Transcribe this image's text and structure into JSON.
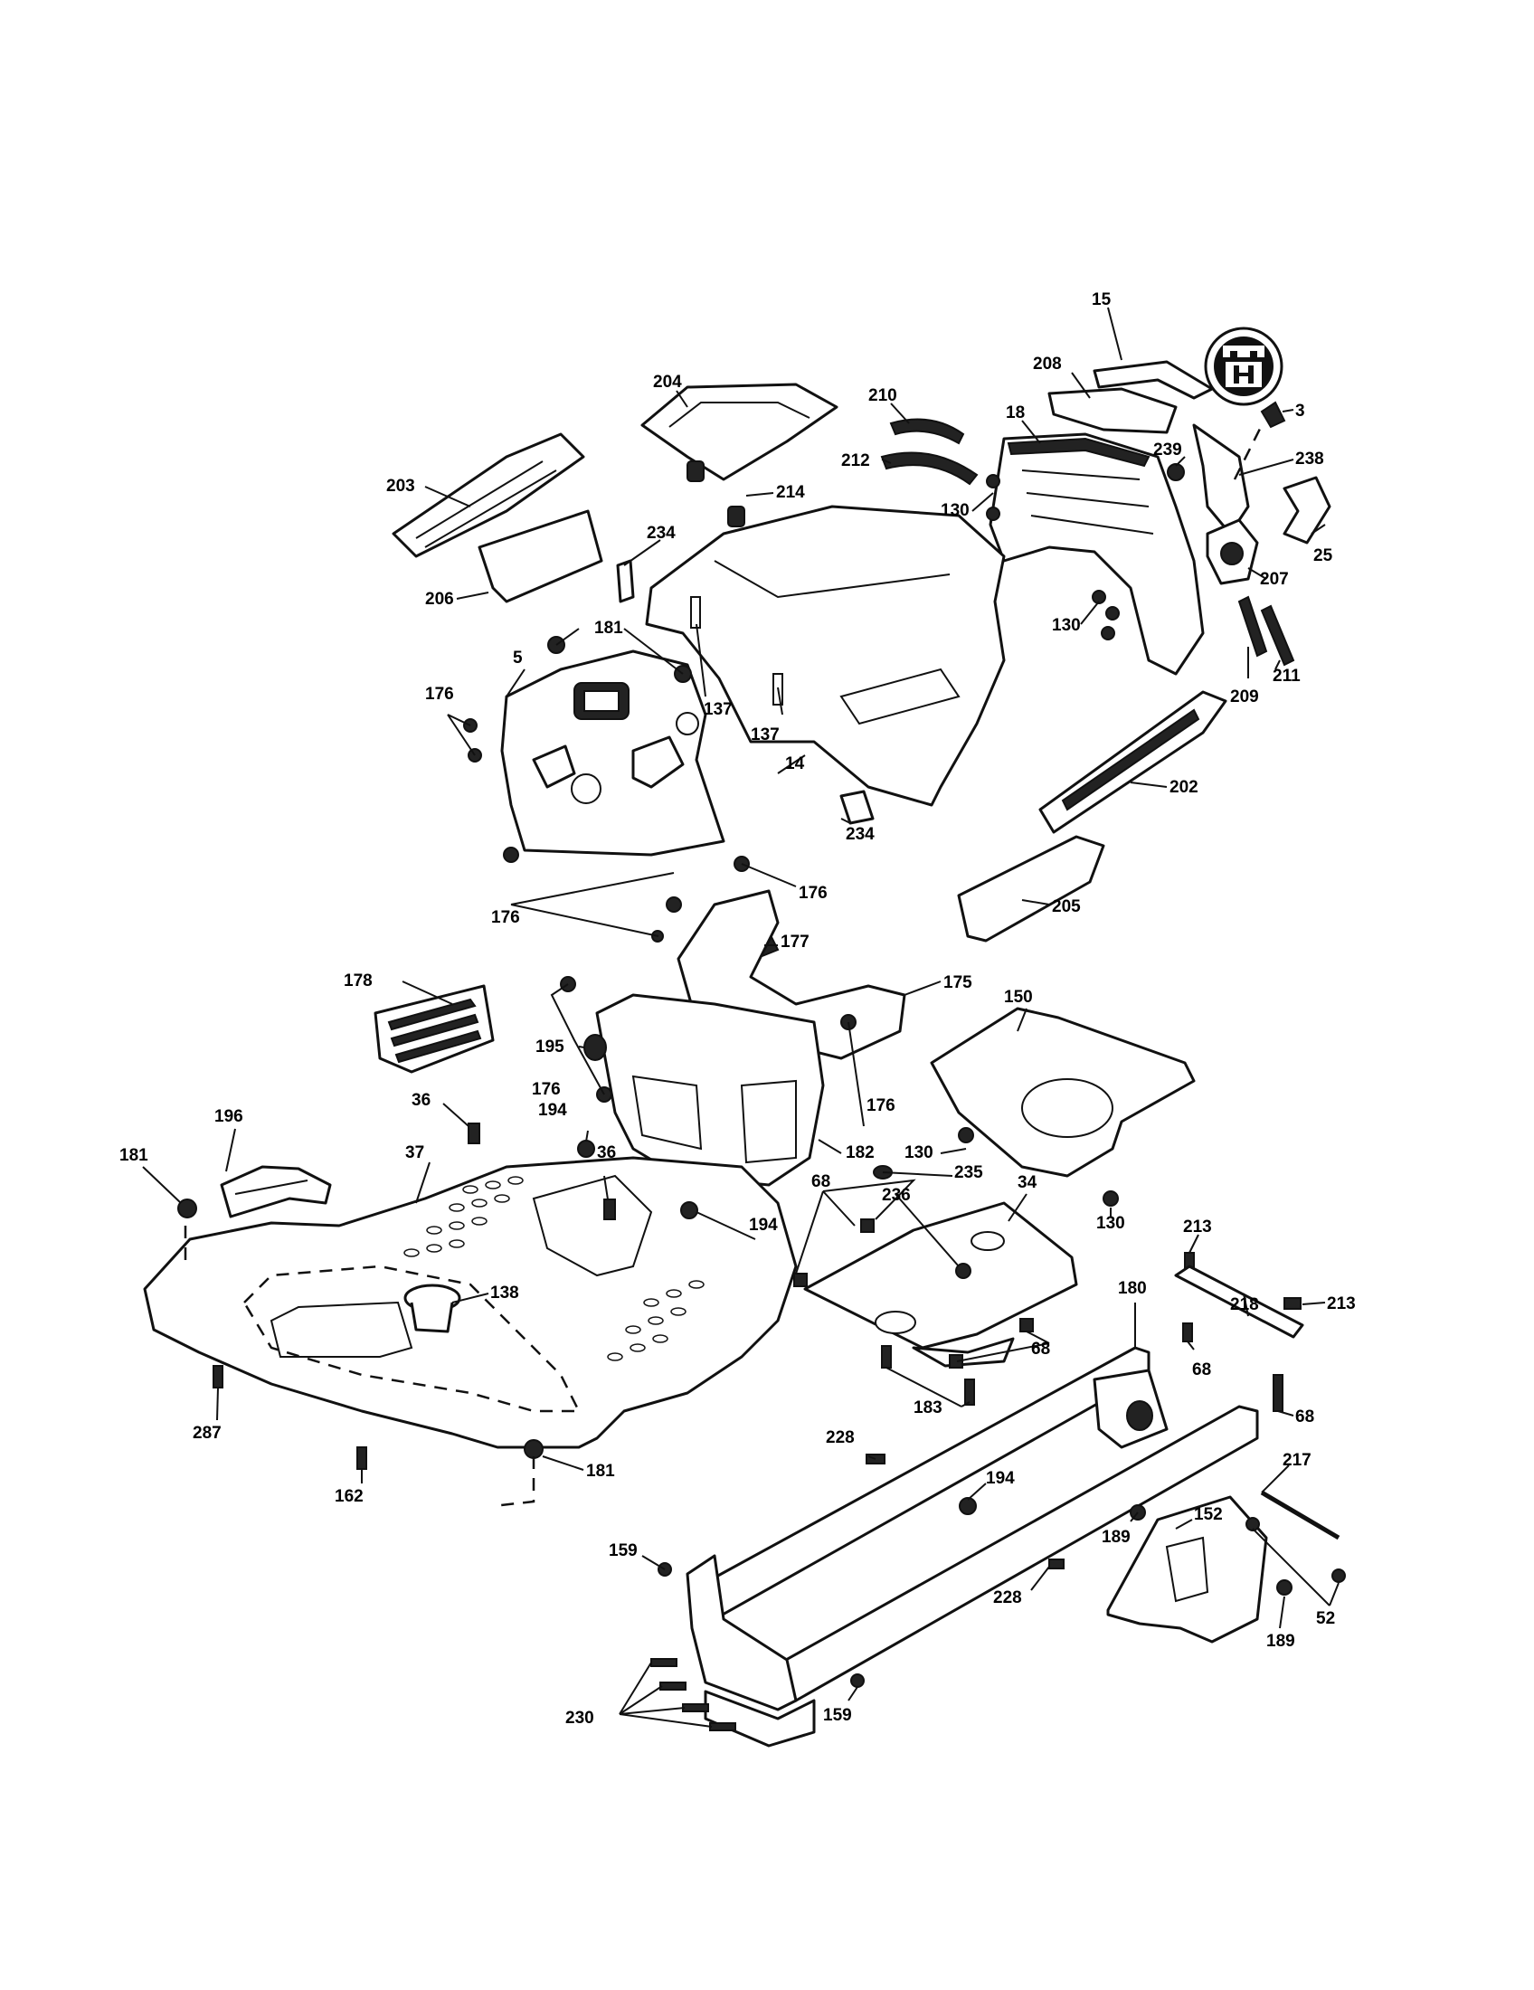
{
  "diagram": {
    "callouts": [
      {
        "id": "c1",
        "text": "15"
      },
      {
        "id": "c2",
        "text": "204"
      },
      {
        "id": "c3",
        "text": "208"
      },
      {
        "id": "c4",
        "text": "3"
      },
      {
        "id": "c5",
        "text": "210"
      },
      {
        "id": "c6",
        "text": "18"
      },
      {
        "id": "c7",
        "text": "212"
      },
      {
        "id": "c8",
        "text": "239"
      },
      {
        "id": "c9",
        "text": "238"
      },
      {
        "id": "c10",
        "text": "203"
      },
      {
        "id": "c11",
        "text": "214"
      },
      {
        "id": "c12",
        "text": "130"
      },
      {
        "id": "c13",
        "text": "234"
      },
      {
        "id": "c14",
        "text": "25"
      },
      {
        "id": "c15",
        "text": "207"
      },
      {
        "id": "c16",
        "text": "206"
      },
      {
        "id": "c17",
        "text": "181"
      },
      {
        "id": "c18",
        "text": "130"
      },
      {
        "id": "c19",
        "text": "5"
      },
      {
        "id": "c20",
        "text": "137"
      },
      {
        "id": "c21",
        "text": "209"
      },
      {
        "id": "c22",
        "text": "211"
      },
      {
        "id": "c23",
        "text": "176"
      },
      {
        "id": "c24",
        "text": "137"
      },
      {
        "id": "c25",
        "text": "14"
      },
      {
        "id": "c26",
        "text": "202"
      },
      {
        "id": "c27",
        "text": "234"
      },
      {
        "id": "c28",
        "text": "176"
      },
      {
        "id": "c29",
        "text": "176"
      },
      {
        "id": "c30",
        "text": "205"
      },
      {
        "id": "c31",
        "text": "177"
      },
      {
        "id": "c32",
        "text": "175"
      },
      {
        "id": "c33",
        "text": "178"
      },
      {
        "id": "c34",
        "text": "150"
      },
      {
        "id": "c35",
        "text": "195"
      },
      {
        "id": "c36",
        "text": "176"
      },
      {
        "id": "c37",
        "text": "176"
      },
      {
        "id": "c38",
        "text": "36"
      },
      {
        "id": "c39",
        "text": "194"
      },
      {
        "id": "c40",
        "text": "182"
      },
      {
        "id": "c41",
        "text": "130"
      },
      {
        "id": "c42",
        "text": "196"
      },
      {
        "id": "c43",
        "text": "37"
      },
      {
        "id": "c44",
        "text": "36"
      },
      {
        "id": "c45",
        "text": "181"
      },
      {
        "id": "c46",
        "text": "68"
      },
      {
        "id": "c47",
        "text": "235"
      },
      {
        "id": "c48",
        "text": "236"
      },
      {
        "id": "c49",
        "text": "34"
      },
      {
        "id": "c50",
        "text": "130"
      },
      {
        "id": "c51",
        "text": "194"
      },
      {
        "id": "c52",
        "text": "213"
      },
      {
        "id": "c53",
        "text": "138"
      },
      {
        "id": "c54",
        "text": "218"
      },
      {
        "id": "c55",
        "text": "180"
      },
      {
        "id": "c56",
        "text": "213"
      },
      {
        "id": "c57",
        "text": "68"
      },
      {
        "id": "c58",
        "text": "68"
      },
      {
        "id": "c59",
        "text": "183"
      },
      {
        "id": "c60",
        "text": "68"
      },
      {
        "id": "c61",
        "text": "287"
      },
      {
        "id": "c62",
        "text": "228"
      },
      {
        "id": "c63",
        "text": "162"
      },
      {
        "id": "c64",
        "text": "181"
      },
      {
        "id": "c65",
        "text": "194"
      },
      {
        "id": "c66",
        "text": "217"
      },
      {
        "id": "c67",
        "text": "152"
      },
      {
        "id": "c68",
        "text": "159"
      },
      {
        "id": "c69",
        "text": "189"
      },
      {
        "id": "c70",
        "text": "228"
      },
      {
        "id": "c71",
        "text": "189"
      },
      {
        "id": "c72",
        "text": "52"
      },
      {
        "id": "c73",
        "text": "230"
      },
      {
        "id": "c74",
        "text": "159"
      }
    ]
  }
}
